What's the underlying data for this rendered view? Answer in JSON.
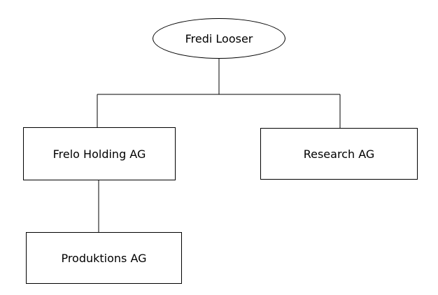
{
  "diagram": {
    "type": "org-chart",
    "line_color": "#000000",
    "nodes": {
      "root": {
        "label": "Fredi Looser",
        "shape": "ellipse"
      },
      "holding": {
        "label": "Frelo Holding AG",
        "shape": "rectangle"
      },
      "research": {
        "label": "Research AG",
        "shape": "rectangle"
      },
      "produktion": {
        "label": "Produktions AG",
        "shape": "rectangle"
      }
    },
    "edges": [
      {
        "from": "root",
        "to": "holding"
      },
      {
        "from": "root",
        "to": "research"
      },
      {
        "from": "holding",
        "to": "produktion"
      }
    ]
  }
}
